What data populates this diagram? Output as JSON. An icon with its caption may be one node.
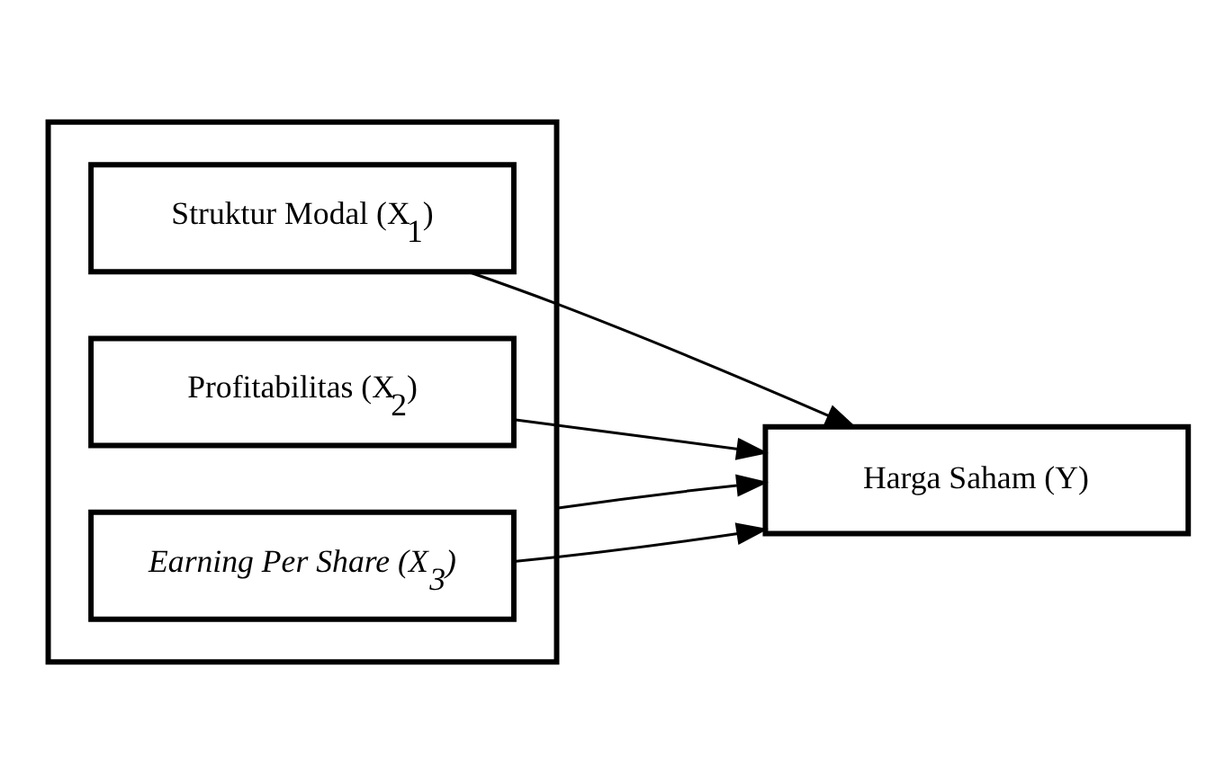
{
  "diagram": {
    "nodes": [
      {
        "text": [],
        "shape": "box"
      },
      {
        "text": [
          "Struktur Modal (X$_{1}$)"
        ],
        "in": 0
      },
      {
        "text": [
          "Profitabilitas (X$_{2}$)"
        ],
        "in": 0
      },
      {
        "text": [
          "*Earning Per Share (X$_{3}$)*"
        ],
        "in": 0
      },
      {
        "text": [
          "Harga Saham (Y)"
        ]
      }
    ],
    "edges": [
      {
        "from": 1,
        "to": 4,
        "arrow": "to"
      },
      {
        "from": 2,
        "to": 4,
        "arrow": "to"
      },
      {
        "from": 3,
        "to": 4,
        "arrow": "to"
      },
      {
        "from": 0,
        "to": 4,
        "arrow": "to"
      }
    ]
  }
}
